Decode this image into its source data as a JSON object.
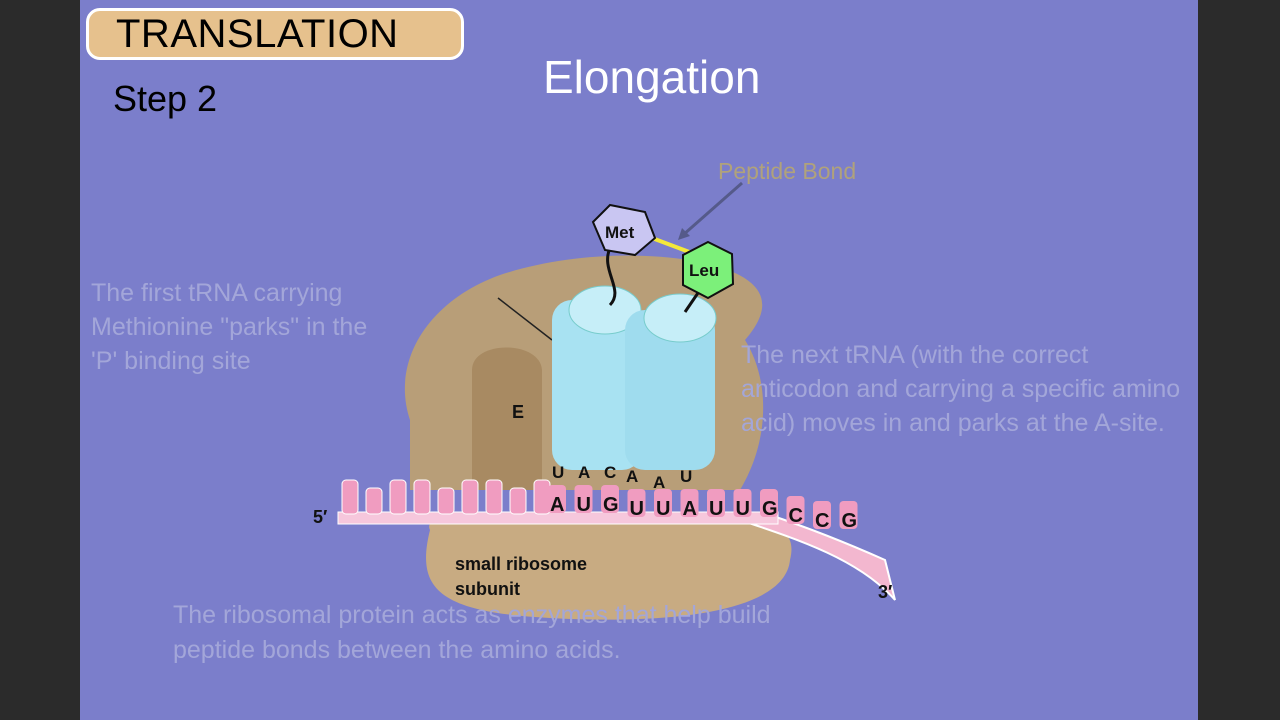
{
  "slide": {
    "title": "TRANSLATION",
    "step": "Step 2",
    "heading": "Elongation",
    "left_note": "The first tRNA carrying Methionine \"parks\" in the 'P' binding site",
    "right_note": "The next tRNA (with the correct anticodon and carrying a specific amino acid)  moves in and parks at the A-site.",
    "bottom_note": "The ribosomal protein acts as enzymes that help build peptide bonds between the amino acids."
  },
  "diagram": {
    "peptide_bond_label": "Peptide Bond",
    "amino_acid_1": "Met",
    "amino_acid_2": "Leu",
    "site_e_label": "E",
    "small_subunit_label_1": "small ribosome",
    "small_subunit_label_2": "subunit",
    "five_prime": "5′",
    "three_prime": "3′",
    "anticodon_p": [
      "U",
      "A",
      "C"
    ],
    "anticodon_a": [
      "A",
      "A",
      "U"
    ],
    "mrna_bases": [
      "A",
      "U",
      "G",
      "U",
      "U",
      "A",
      "U",
      "U",
      "G",
      "C",
      "C",
      "G"
    ],
    "colors": {
      "background": "#7b7ecb",
      "ribosome": "#b89e78",
      "trna": "#a8e2f2",
      "mrna": "#f09cc0",
      "met": "#c9c6f2",
      "leu": "#7cf07a",
      "bond": "#f4e83a"
    }
  }
}
